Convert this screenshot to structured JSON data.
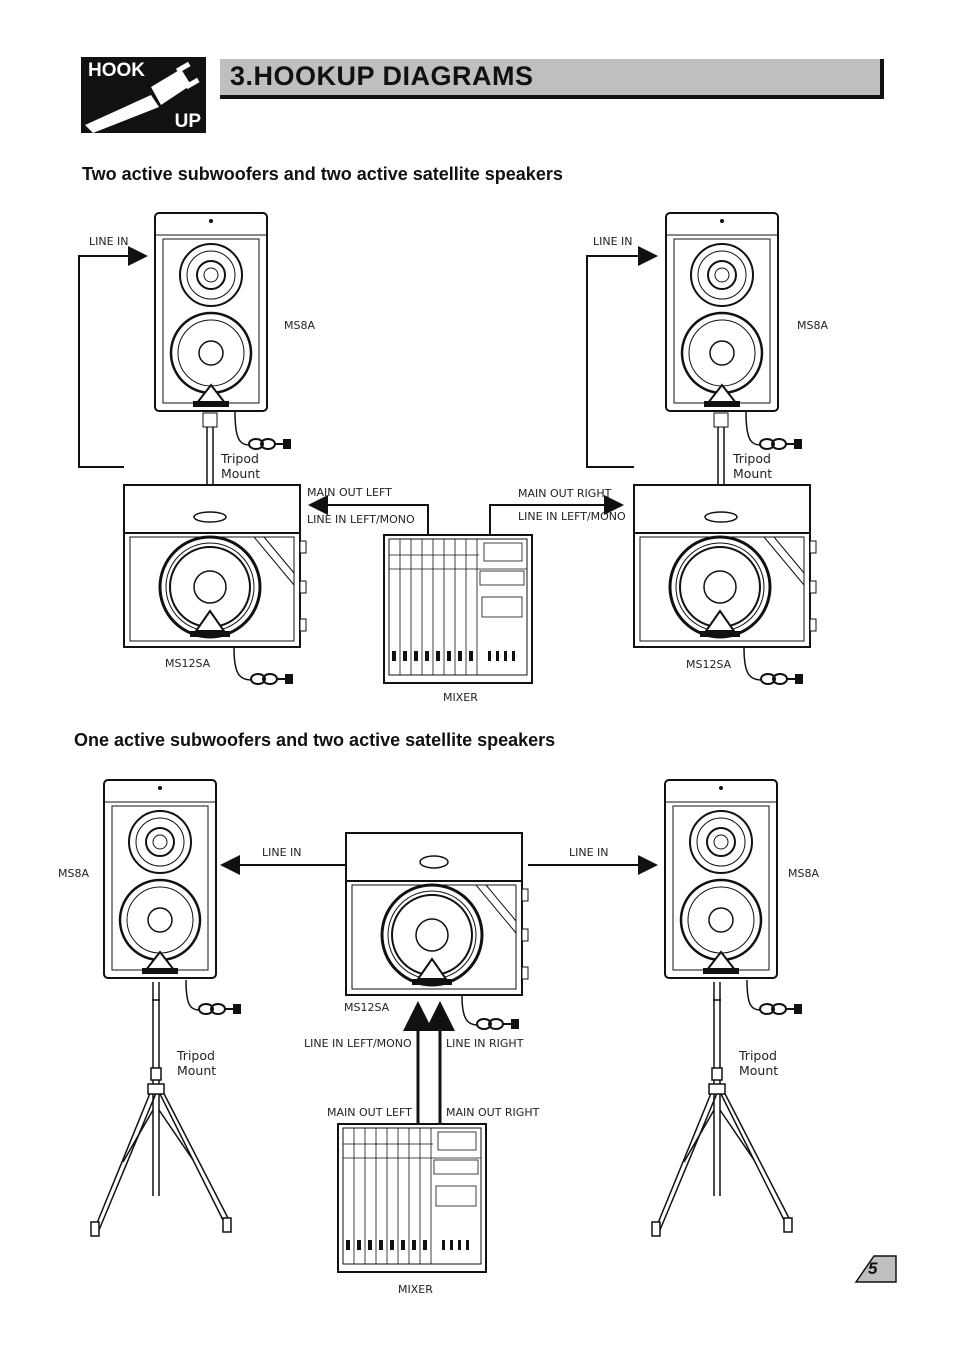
{
  "header": {
    "logo_top": "HOOK",
    "logo_bottom": "UP",
    "title": "3.HOOKUP DIAGRAMS"
  },
  "section1": {
    "title": "Two active subwoofers and two active satellite speakers",
    "line_in_left": "LINE IN",
    "line_in_right": "LINE IN",
    "speaker_left": "MS8A",
    "speaker_right": "MS8A",
    "tripod_left": "Tripod\nMount",
    "tripod_right": "Tripod\nMount",
    "main_out_left": "MAIN OUT LEFT",
    "main_out_right": "MAIN OUT RIGHT",
    "line_in_left_mono_a": "LINE IN LEFT/MONO",
    "line_in_left_mono_b": "LINE IN LEFT/MONO",
    "sub_left": "MS12SA",
    "sub_right": "MS12SA",
    "mixer": "MIXER"
  },
  "section2": {
    "title": "One active subwoofers and two active satellite speakers",
    "speaker_left": "MS8A",
    "speaker_right": "MS8A",
    "line_in_left": "LINE IN",
    "line_in_right": "LINE IN",
    "sub": "MS12SA",
    "line_in_left_mono": "LINE IN LEFT/MONO",
    "line_in_right_sub": "LINE IN RIGHT",
    "main_out_left": "MAIN OUT LEFT",
    "main_out_right": "MAIN OUT RIGHT",
    "tripod_left": "Tripod\nMount",
    "tripod_right": "Tripod\nMount",
    "mixer": "MIXER"
  },
  "page_number": "5"
}
